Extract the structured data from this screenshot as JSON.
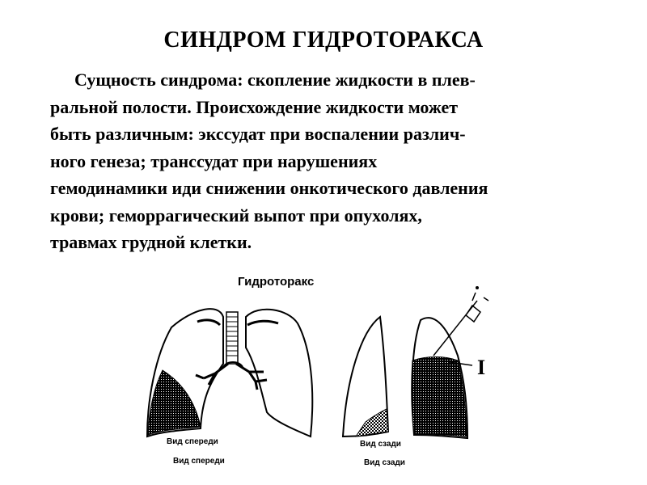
{
  "slide": {
    "title": "СИНДРОМ ГИДРОТОРАКСА",
    "paragraph_lines": [
      "Сущность синдрома: скопление жидкости  в  плев-",
      "ральной  полости. Происхождение жидкости может",
      "быть различным: экссудат при воспалении  различ-",
      "ного генеза; транссудат при нарушениях",
      "гемодинамики иди снижении онкотического давления",
      "крови; геморрагический выпот при опухолях,",
      "травмах грудной клетки."
    ]
  },
  "figure": {
    "title": "Гидроторакс",
    "front_caption_1": "Вид спереди",
    "front_caption_2": "Вид спереди",
    "back_caption_1": "Вид сзади",
    "back_caption_2": "Вид сзади",
    "marker_label": "I"
  }
}
